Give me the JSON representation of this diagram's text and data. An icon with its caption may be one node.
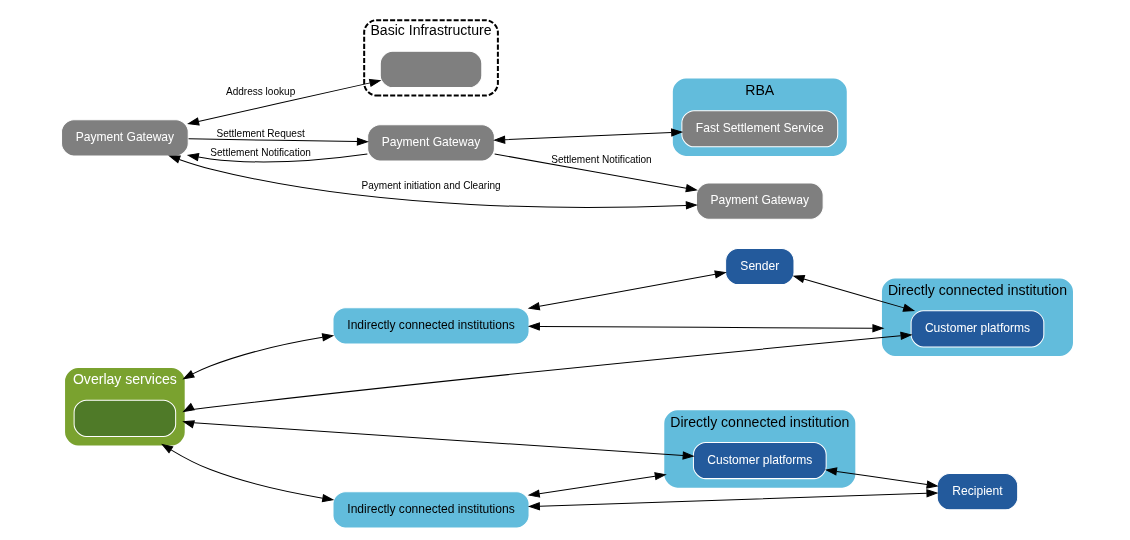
{
  "diagram": {
    "nodes": [
      {
        "text": [
          "Overlay services"
        ]
      },
      {
        "text": [],
        "shape": "box",
        "in": 0
      },
      {
        "text": [
          "Basic Infrastructure"
        ]
      },
      {
        "text": [],
        "shape": "box",
        "in": 2
      },
      {
        "text": [
          "Indirectly connected institutions"
        ]
      },
      {
        "text": [
          "Sender"
        ]
      },
      {
        "text": [
          "Directly connected institution"
        ]
      },
      {
        "text": [
          "Customer platforms"
        ],
        "in": 6
      },
      {
        "text": [
          "Payment Gateway"
        ]
      },
      {
        "text": [
          "RBA"
        ]
      },
      {
        "text": [
          "Payment Gateway"
        ]
      },
      {
        "text": [
          "Fast Settlement Service"
        ],
        "in": 9
      },
      {
        "text": [
          "Directly connected institution"
        ]
      },
      {
        "text": [
          "Payment Gateway"
        ]
      },
      {
        "text": [
          "Customer platforms"
        ],
        "in": 12
      },
      {
        "text": [
          "Indirectly connected institutions"
        ]
      },
      {
        "text": [
          "Recipient"
        ]
      }
    ],
    "edges": [
      {
        "from": 0,
        "to": 7,
        "arrow": "both"
      },
      {
        "from": 0,
        "to": 4,
        "arrow": "both"
      },
      {
        "from": 0,
        "to": 14,
        "arrow": "both"
      },
      {
        "from": 0,
        "to": 15,
        "arrow": "both"
      },
      {
        "from": 4,
        "to": 5,
        "arrow": "both"
      },
      {
        "from": 4,
        "to": 6,
        "arrow": "both"
      },
      {
        "from": 5,
        "to": 7,
        "arrow": "both"
      },
      {
        "from": 8,
        "to": 3,
        "arrow": "both",
        "label": "Address lookup"
      },
      {
        "from": 8,
        "to": 13,
        "arrow": "both",
        "label": "Payment initiation and Clearing"
      },
      {
        "from": 8,
        "to": 10,
        "arrow": "to",
        "label": "Settlement Request"
      },
      {
        "from": 10,
        "to": 8,
        "arrow": "to",
        "label": "Settlement Notification"
      },
      {
        "from": 10,
        "to": 13,
        "arrow": "to",
        "label": "Settlement Notification"
      },
      {
        "from": 10,
        "to": 11,
        "arrow": "both"
      },
      {
        "from": 15,
        "to": 12,
        "arrow": "both"
      },
      {
        "from": 15,
        "to": 16,
        "arrow": "both"
      },
      {
        "from": 14,
        "to": 16,
        "arrow": "both"
      }
    ]
  }
}
